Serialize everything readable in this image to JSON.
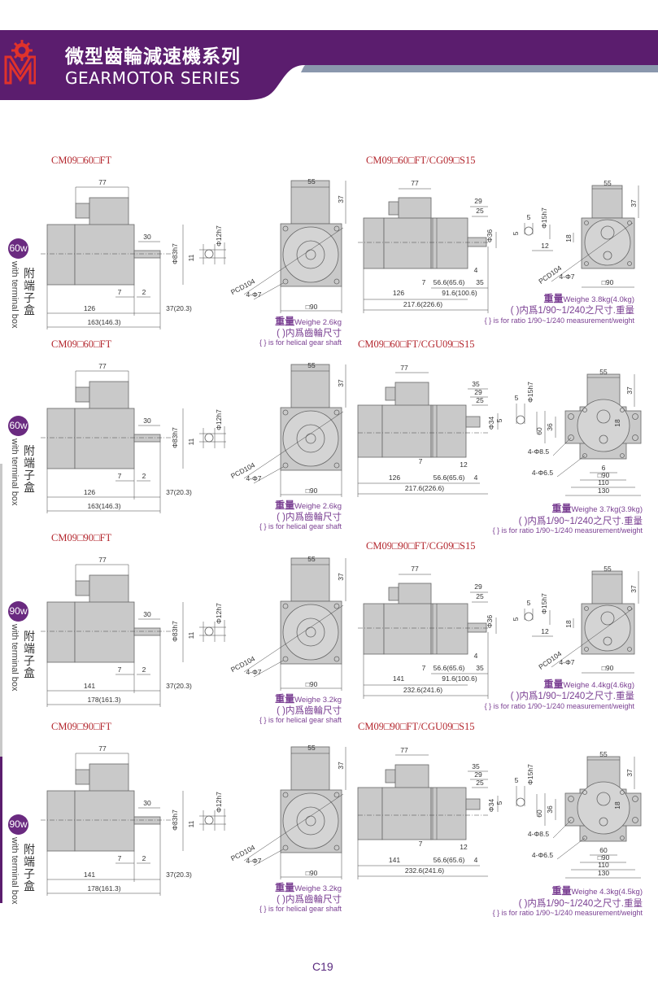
{
  "header": {
    "title_cn": "微型齒輪減速機系列",
    "title_en": "GEARMOTOR SERIES",
    "colors": {
      "band": "#5b1d6e",
      "accent_strip": "#8a97ad",
      "logo": "#e0322b"
    }
  },
  "side_labels": [
    {
      "badge": "60w",
      "cn": "附端子盒",
      "en": "with terminal box"
    },
    {
      "badge": "60w",
      "cn": "附端子盒",
      "en": "with terminal box"
    },
    {
      "badge": "90w",
      "cn": "附端子盒",
      "en": "with terminal box"
    },
    {
      "badge": "90w",
      "cn": "附端子盒",
      "en": "with terminal box"
    }
  ],
  "blocks": [
    {
      "title": "CM09□60□FT",
      "kind": "motor",
      "dims": [
        "77",
        "30",
        "Φ83h7",
        "7",
        "2",
        "126",
        "37(20.3)",
        "163(146.3)",
        "Φ12h7",
        "11",
        "55",
        "37",
        "□90",
        "PCD104",
        "4-Φ7"
      ],
      "notes": {
        "weight_cn": "重量",
        "weight": "Weighe 2.6kg",
        "paren": "(      )内爲齒輪尺寸",
        "brace": "{ } is for helical gear shaft"
      }
    },
    {
      "title": "CM09□60□FT/CG09□S15",
      "kind": "cg",
      "dims": [
        "77",
        "29",
        "25",
        "Φ36",
        "4",
        "7",
        "56.6(65.6)",
        "35",
        "126",
        "91.6(100.6)",
        "217.6(226.6)",
        "5",
        "5",
        "Φ15h7",
        "12",
        "55",
        "37",
        "18",
        "□90",
        "PCD104",
        "4-Φ7"
      ],
      "notes": {
        "weight_cn": "重量",
        "weight": "Weighe 3.8kg(4.0kg)",
        "paren": "(      )内爲1/90~1/240之尺寸.重量",
        "brace": "{ } is for ratio 1/90~1/240 measurement/weight"
      }
    },
    {
      "title": "CM09□60□FT",
      "kind": "motor",
      "dims": [
        "77",
        "30",
        "Φ83h7",
        "7",
        "2",
        "126",
        "37(20.3)",
        "163(146.3)",
        "Φ12h7",
        "11",
        "55",
        "37",
        "□90",
        "PCD104",
        "4-Φ7"
      ],
      "notes": {
        "weight_cn": "重量",
        "weight": "Weighe 2.6kg",
        "paren": "(      )内爲齒輪尺寸",
        "brace": "{ } is for helical gear shaft"
      }
    },
    {
      "title": "CM09□60□FT/CGU09□S15",
      "kind": "cgu",
      "dims": [
        "77",
        "35",
        "29",
        "25",
        "Φ34",
        "7",
        "12",
        "126",
        "56.6(65.6)",
        "4",
        "217.6(226.6)",
        "5",
        "5",
        "Φ15h7",
        "55",
        "37",
        "60",
        "36",
        "18",
        "4-Φ8.5",
        "4-Φ6.5",
        "6",
        "□90",
        "110",
        "130"
      ],
      "notes": {
        "weight_cn": "重量",
        "weight": "Weighe 3.7kg(3.9kg)",
        "paren": "(      )内爲1/90~1/240之尺寸.重量",
        "brace": "{ } is for ratio 1/90~1/240 measurement/weight"
      }
    },
    {
      "title": "CM09□90□FT",
      "kind": "motor",
      "dims": [
        "77",
        "30",
        "Φ83h7",
        "7",
        "2",
        "141",
        "37(20.3)",
        "178(161.3)",
        "Φ12h7",
        "11",
        "55",
        "37",
        "□90",
        "PCD104",
        "4-Φ7"
      ],
      "notes": {
        "weight_cn": "重量",
        "weight": "Weighe 3.2kg",
        "paren": "(      )内爲齒輪尺寸",
        "brace": "{ } is for helical gear shaft"
      }
    },
    {
      "title": "CM09□90□FT/CG09□S15",
      "kind": "cg",
      "dims": [
        "77",
        "29",
        "25",
        "Φ36",
        "4",
        "7",
        "56.6(65.6)",
        "35",
        "141",
        "91.6(100.6)",
        "232.6(241.6)",
        "5",
        "5",
        "Φ15h7",
        "12",
        "55",
        "37",
        "18",
        "□90",
        "PCD104",
        "4-Φ7"
      ],
      "notes": {
        "weight_cn": "重量",
        "weight": "Weighe 4.4kg(4.6kg)",
        "paren": "(      )内爲1/90~1/240之尺寸.重量",
        "brace": "{ } is for ratio 1/90~1/240 measurement/weight"
      }
    },
    {
      "title": "CM09□90□FT",
      "kind": "motor",
      "dims": [
        "77",
        "30",
        "Φ83h7",
        "7",
        "2",
        "141",
        "37(20.3)",
        "178(161.3)",
        "Φ12h7",
        "11",
        "55",
        "37",
        "□90",
        "PCD104",
        "4-Φ7"
      ],
      "notes": {
        "weight_cn": "重量",
        "weight": "Weighe 3.2kg",
        "paren": "(      )内爲齒輪尺寸",
        "brace": "{ } is for helical gear shaft"
      }
    },
    {
      "title": "CM09□90□FT/CGU09□S15",
      "kind": "cgu",
      "dims": [
        "77",
        "35",
        "29",
        "25",
        "Φ34",
        "7",
        "12",
        "141",
        "56.6(65.6)",
        "4",
        "232.6(241.6)",
        "5",
        "5",
        "Φ15h7",
        "55",
        "37",
        "60",
        "36",
        "18",
        "4-Φ8.5",
        "4-Φ6.5",
        "60",
        "□90",
        "110",
        "130"
      ],
      "notes": {
        "weight_cn": "重量",
        "weight": "Weighe 4.3kg(4.5kg)",
        "paren": "(      )内爲1/90~1/240之尺寸.重量",
        "brace": "{ } is for ratio 1/90~1/240 measurement/weight"
      }
    }
  ],
  "footer": {
    "page_number": "C19"
  }
}
